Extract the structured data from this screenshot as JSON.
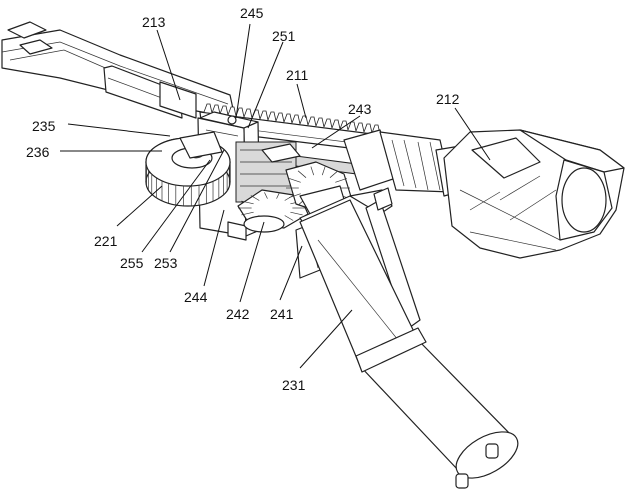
{
  "labels": {
    "l213": "213",
    "l245": "245",
    "l251": "251",
    "l211": "211",
    "l212": "212",
    "l243": "243",
    "l235": "235",
    "l236": "236",
    "l221": "221",
    "l255": "255",
    "l253": "253",
    "l244": "244",
    "l242": "242",
    "l241": "241",
    "l231": "231"
  }
}
